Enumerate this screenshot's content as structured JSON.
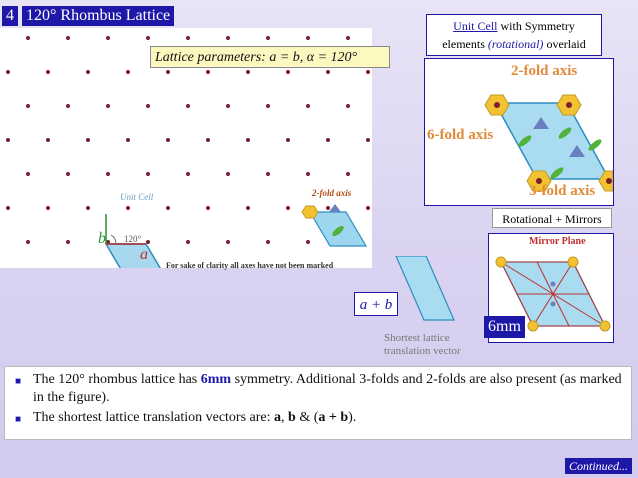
{
  "header": {
    "number": "4",
    "title": "120° Rhombus Lattice"
  },
  "lattice_params": "Lattice parameters: a = b, α = 120°",
  "diagram": {
    "unit_cell_label": "Unit Cell",
    "angle_label": "120°",
    "vector_a": "a",
    "vector_b": "b",
    "two_fold_label": "2-fold axis",
    "note": "For sake of clarity all axes have not been marked"
  },
  "unit_cell_panel": {
    "title_underlined": "Unit Cell",
    "title_rest": " with Symmetry",
    "line2_start": "elements ",
    "line2_italic": "(rotational)",
    "line2_end": " overlaid",
    "label_2fold": "2-fold axis",
    "label_6fold": "6-fold axis",
    "label_3fold": "3-fold axis"
  },
  "rot_mirror_label": "Rotational + Mirrors",
  "mirror_plane_label": "Mirror Plane",
  "sixmm": "6mm",
  "apb_label": "a + b",
  "shortest_label": [
    "Shortest lattice",
    "translation vector"
  ],
  "bullets": {
    "b1_pre": "The 120° rhombus lattice has ",
    "b1_bold": "6mm",
    "b1_post": " symmetry. Additional 3-folds and 2-folds are also present (as marked in the figure).",
    "b2_pre": "The shortest lattice translation vectors are: ",
    "b2_a": "a",
    "b2_sep1": ", ",
    "b2_b": "b",
    "b2_sep2": " & (",
    "b2_ab": "a + b",
    "b2_end": ")."
  },
  "continued": "Continued..."
}
